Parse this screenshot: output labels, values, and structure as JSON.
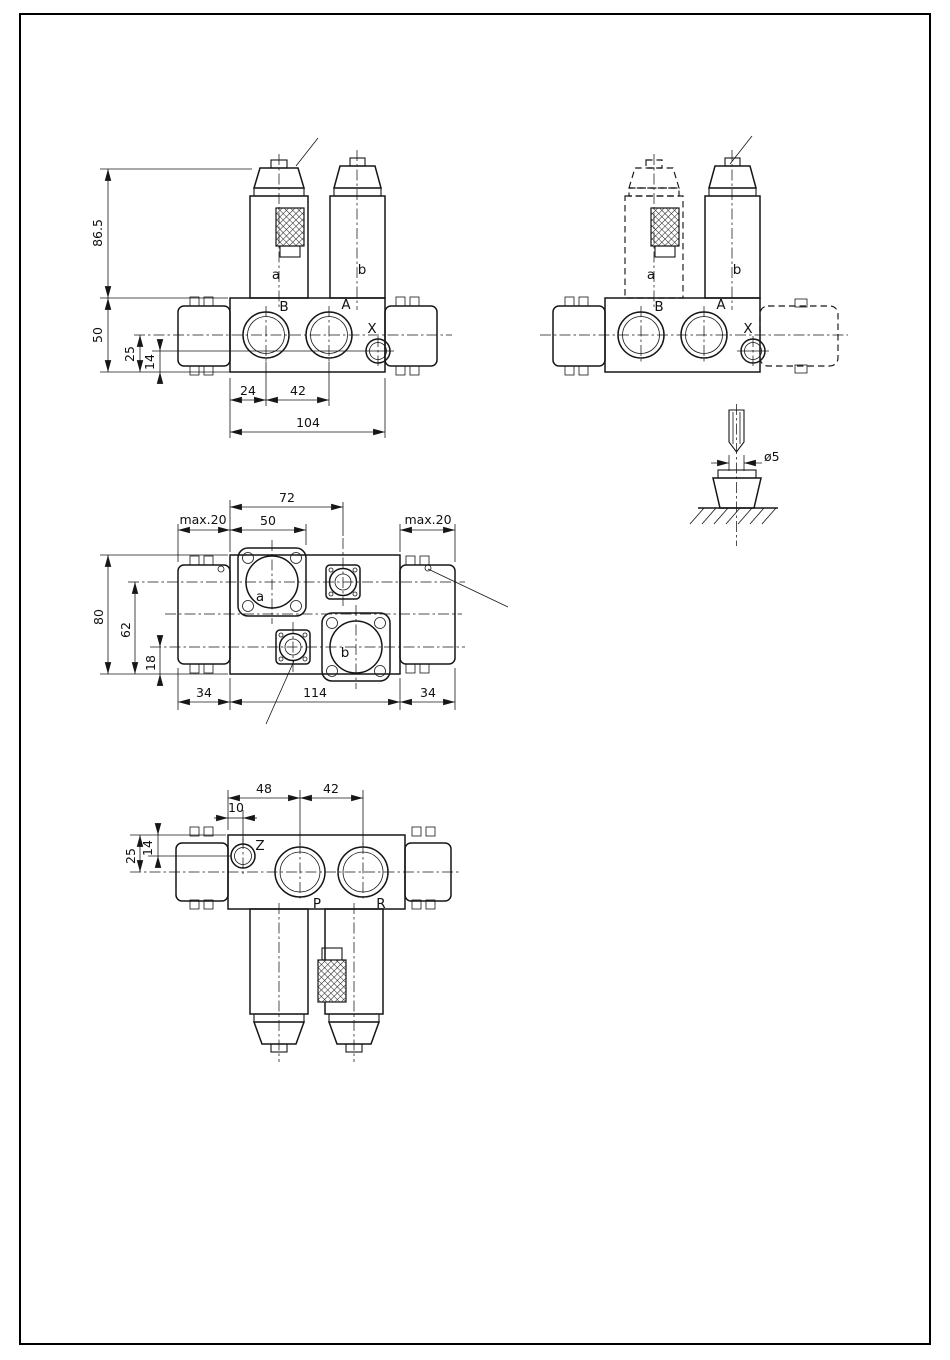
{
  "drawing": {
    "front": {
      "d865": "86.5",
      "d50": "50",
      "d25": "25",
      "d14": "14",
      "d24": "24",
      "d42": "42",
      "d104": "104",
      "sol_a": "a",
      "sol_b": "b",
      "port_B": "B",
      "port_A": "A",
      "port_X": "X"
    },
    "side": {
      "sol_a": "a",
      "sol_b": "b",
      "port_B": "B",
      "port_A": "A",
      "port_X": "X"
    },
    "detail": {
      "dia": "ø5"
    },
    "top": {
      "d72": "72",
      "d50": "50",
      "max20_left": "max.20",
      "max20_right": "max.20",
      "d80": "80",
      "d62": "62",
      "d18": "18",
      "d34_left": "34",
      "d114": "114",
      "d34_right": "34",
      "sol_a": "a",
      "sol_b": "b"
    },
    "bottom": {
      "d48": "48",
      "d42": "42",
      "d10": "10",
      "d25": "25",
      "d14": "14",
      "port_Z": "Z",
      "port_P": "P",
      "port_R": "R"
    }
  }
}
